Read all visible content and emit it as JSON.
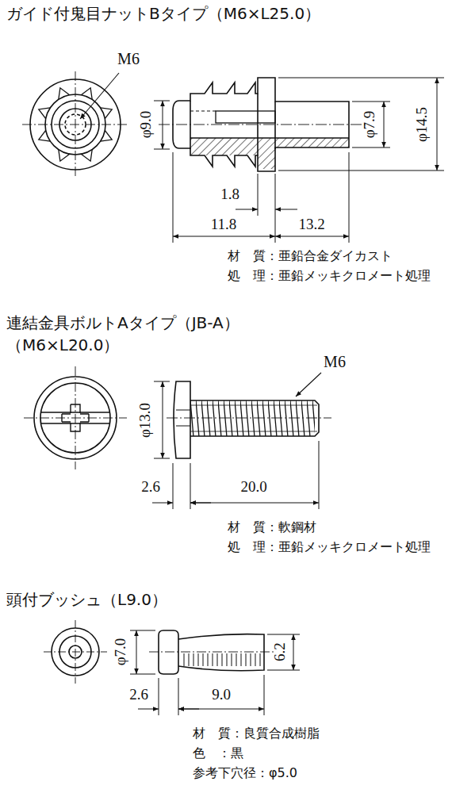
{
  "diagram": {
    "labels": [
      "ガイド付鬼目ナットBタイプ（M6×L25.0）",
      "M6",
      "φ9.0",
      "φ7.9",
      "φ14.5",
      "1.8",
      "11.8",
      "13.2",
      "材　質：亜鉛合金ダイカスト",
      "処　理：亜鉛メッキクロメート処理",
      "連結金具ボルトAタイプ（JB-A）",
      "（M6×L20.0）",
      "M6",
      "φ13.0",
      "2.6",
      "20.0",
      "材　質：軟鋼材",
      "処　理：亜鉛メッキクロメート処理",
      "頭付ブッシュ（L9.0）",
      "φ7.0",
      "6.2",
      "2.6",
      "9.0",
      "材　質：良質合成樹脂",
      "色　：黒",
      "参考下穴径：φ5.0"
    ]
  }
}
